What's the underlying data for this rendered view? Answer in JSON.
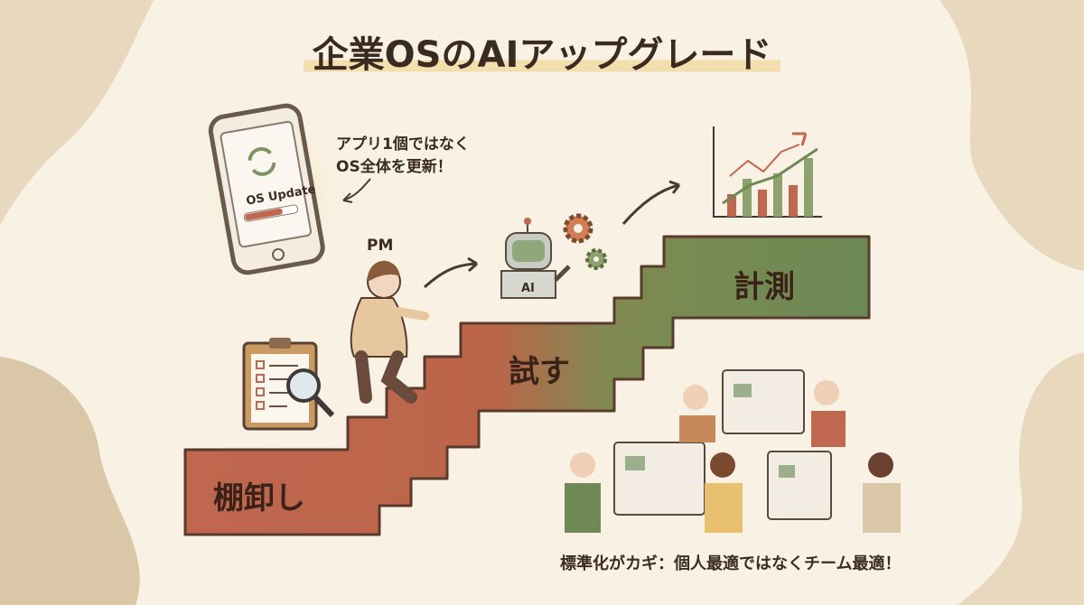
{
  "title": "企業OSのAIアップグレード",
  "phone": {
    "screen_text": "OS Update",
    "progress": 0.7
  },
  "note": {
    "line1": "アプリ1個ではなく",
    "line2": "OS全体を更新！"
  },
  "person_label": "PM",
  "robot_label": "AI",
  "steps": [
    {
      "label": "棚卸し",
      "color": "#c0674f"
    },
    {
      "label": "試す",
      "color": "#b9654c"
    },
    {
      "label": "計測",
      "color": "#6f8a56"
    }
  ],
  "caption": "標準化がカギ：個人最適ではなくチーム最適！",
  "colors": {
    "background": "#f8f1e4",
    "blob": "#e7d8be",
    "text": "#3a2a20",
    "red": "#c0674f",
    "green": "#6f8a56"
  }
}
